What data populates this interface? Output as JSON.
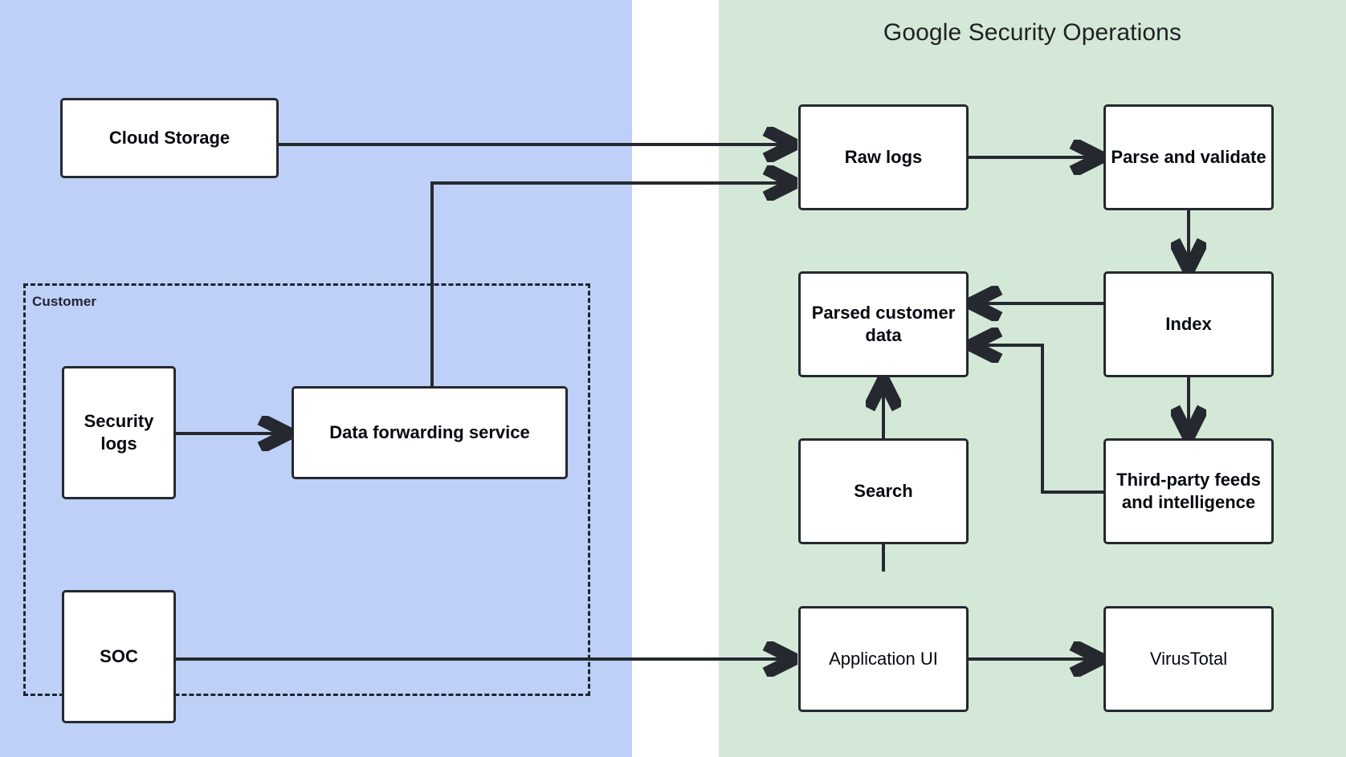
{
  "diagram": {
    "title": "Google Security Operations",
    "panels": [
      {
        "id": "customer-env",
        "label": "",
        "color": "#bed0f7"
      },
      {
        "id": "google-secops",
        "label": "Google Security Operations",
        "color": "#d4e8d8"
      }
    ],
    "groups": [
      {
        "id": "customer",
        "label": "Customer",
        "style": "dashed"
      }
    ],
    "nodes": [
      {
        "id": "cloud-storage",
        "label": "Cloud Storage",
        "panel": "customer-env"
      },
      {
        "id": "security-logs",
        "label": "Security logs",
        "panel": "customer-env",
        "group": "customer"
      },
      {
        "id": "data-forwarding-service",
        "label": "Data forwarding service",
        "panel": "customer-env",
        "group": "customer"
      },
      {
        "id": "soc",
        "label": "SOC",
        "panel": "customer-env",
        "group": "customer"
      },
      {
        "id": "raw-logs",
        "label": "Raw logs",
        "panel": "google-secops"
      },
      {
        "id": "parse-and-validate",
        "label": "Parse and validate",
        "panel": "google-secops"
      },
      {
        "id": "index",
        "label": "Index",
        "panel": "google-secops"
      },
      {
        "id": "parsed-customer-data",
        "label": "Parsed customer data",
        "panel": "google-secops"
      },
      {
        "id": "third-party-feeds",
        "label": "Third-party feeds and intelligence",
        "panel": "google-secops"
      },
      {
        "id": "search",
        "label": "Search",
        "panel": "google-secops"
      },
      {
        "id": "application-ui",
        "label": "Application UI",
        "panel": "google-secops"
      },
      {
        "id": "virustotal",
        "label": "VirusTotal",
        "panel": "google-secops"
      }
    ],
    "edges": [
      {
        "from": "cloud-storage",
        "to": "raw-logs",
        "arrow": "end"
      },
      {
        "from": "data-forwarding-service",
        "to": "raw-logs",
        "arrow": "end"
      },
      {
        "from": "security-logs",
        "to": "data-forwarding-service",
        "arrow": "end"
      },
      {
        "from": "raw-logs",
        "to": "parse-and-validate",
        "arrow": "end"
      },
      {
        "from": "parse-and-validate",
        "to": "index",
        "arrow": "end"
      },
      {
        "from": "index",
        "to": "parsed-customer-data",
        "arrow": "end"
      },
      {
        "from": "index",
        "to": "third-party-feeds",
        "arrow": "end"
      },
      {
        "from": "third-party-feeds",
        "to": "parsed-customer-data",
        "arrow": "end"
      },
      {
        "from": "search",
        "to": "parsed-customer-data",
        "arrow": "end"
      },
      {
        "from": "application-ui",
        "to": "search",
        "arrow": "end"
      },
      {
        "from": "soc",
        "to": "application-ui",
        "arrow": "end"
      },
      {
        "from": "application-ui",
        "to": "virustotal",
        "arrow": "end"
      }
    ],
    "colors": {
      "customer_panel": "#bed0f7",
      "secops_panel": "#d4e8d8",
      "node_border": "#25292f",
      "node_fill": "#ffffff",
      "text": "#06090f",
      "title_text": "#202124"
    }
  }
}
